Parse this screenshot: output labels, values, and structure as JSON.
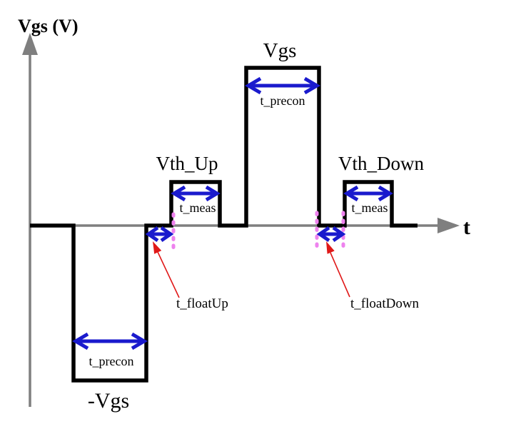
{
  "figure": {
    "y_axis": {
      "label": "Vgs (V)"
    },
    "x_axis": {
      "label": "t"
    },
    "pulses": [
      {
        "id": "negative-precondition",
        "label": "-Vgs",
        "duration_label": "t_precon"
      },
      {
        "id": "vth-up-measure",
        "label": "Vth_Up",
        "duration_label": "t_meas"
      },
      {
        "id": "positive-stress",
        "label": "Vgs",
        "duration_label": "t_precon"
      },
      {
        "id": "vth-down-measure",
        "label": "Vth_Down",
        "duration_label": "t_meas"
      }
    ],
    "float_intervals": [
      {
        "id": "float-up",
        "label": "t_floatUp"
      },
      {
        "id": "float-down",
        "label": "t_floatDown"
      }
    ],
    "colors": {
      "background": "#ffffff",
      "axis": "#7f7f7f",
      "waveform": "#000000",
      "duration_arrow": "#1a1acd",
      "float_marker": "#ee82ee",
      "callout_arrow": "#e01818",
      "text": "#000000"
    }
  }
}
